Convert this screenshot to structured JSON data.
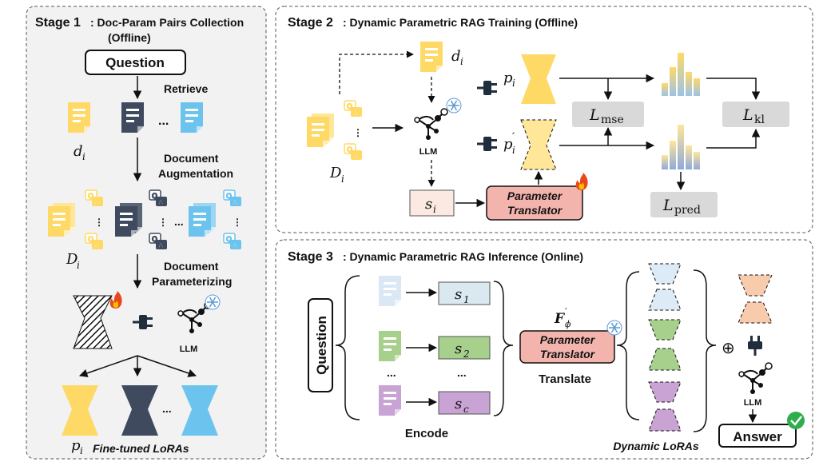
{
  "stage1": {
    "title_prefix": "Stage 1",
    "title_main": ": Doc-Param Pairs Collection",
    "title_sub": "(Offline)",
    "question": "Question",
    "retrieve": "Retrieve",
    "dots": "...",
    "doc_label": "d",
    "doc_sub": "i",
    "aug_line1": "Document",
    "aug_line2": "Augmentation",
    "aug_set_label": "D",
    "aug_set_sub": "i",
    "param_line1": "Document",
    "param_line2": "Parameterizing",
    "llm": "LLM",
    "lora_label": "p",
    "lora_sub": "i",
    "lora_caption": "Fine-tuned LoRAs"
  },
  "stage2": {
    "title_prefix": "Stage 2",
    "title_main": ": Dynamic Parametric RAG Training (Offline)",
    "doc_label": "d",
    "doc_sub": "i",
    "set_label": "D",
    "set_sub": "i",
    "llm": "LLM",
    "p_label": "p",
    "p_sub": "i",
    "p_prime_label": "p",
    "p_prime_sub": "i",
    "p_prime_mark": "′",
    "s_label": "s",
    "s_sub": "i",
    "translator_line1": "Parameter",
    "translator_line2": "Translator",
    "loss_mse": "L",
    "loss_mse_sub": "mse",
    "loss_kl": "L",
    "loss_kl_sub": "kl",
    "loss_pred": "L",
    "loss_pred_sub": "pred"
  },
  "stage3": {
    "title_prefix": "Stage 3",
    "title_main": ": Dynamic Parametric RAG Inference (Online)",
    "question": "Question",
    "s1": "s",
    "s1_sub": "1",
    "s2": "s",
    "s2_sub": "2",
    "sc": "s",
    "sc_sub": "c",
    "dots": "...",
    "encode": "Encode",
    "f_label": "F",
    "f_sub": "ϕ",
    "f_mark": "′",
    "translator_line1": "Parameter",
    "translator_line2": "Translator",
    "translate": "Translate",
    "dynamic_loras": "Dynamic LoRAs",
    "oplus": "⊕",
    "llm": "LLM",
    "answer": "Answer"
  },
  "colors": {
    "yellow": "#FFD966",
    "navy": "#3F4A5E",
    "blue": "#6CC4EE",
    "light_blue": "#CFE3F3",
    "green": "#A8D08D",
    "purple": "#C9A3D4",
    "orange": "#F4B183",
    "translator_fill": "#F4B4AE",
    "loss_fill": "#D9D9D9",
    "s_fill_stage3": "#CFE8F0"
  }
}
